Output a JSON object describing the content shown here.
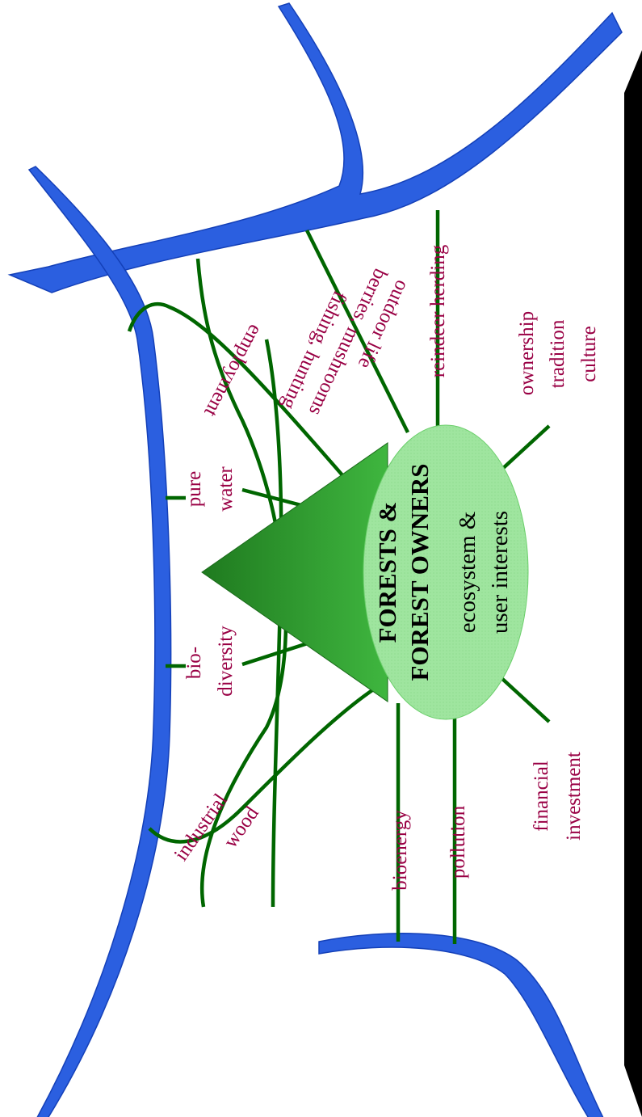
{
  "center": {
    "title_line1": "FORESTS &",
    "title_line2": "FOREST OWNERS",
    "subtitle_line1": "ecosystem &",
    "subtitle_line2": "user interests"
  },
  "labels": {
    "industrial_wood_1": "industrial",
    "industrial_wood_2": "wood",
    "biodiversity_1": "bio-",
    "biodiversity_2": "diversity",
    "pure_water_1": "pure",
    "pure_water_2": "water",
    "employment": "employment",
    "outdoor_1": "fishing, hunting",
    "outdoor_2": "berries, mushrooms",
    "outdoor_3": "outdoor life",
    "reindeer": "reindeer herding",
    "ownership_1": "ownership",
    "ownership_2": "tradition",
    "ownership_3": "culture",
    "bioenergy": "bioenergy",
    "pollution": "pollution",
    "financial_1": "financial",
    "financial_2": "investment"
  },
  "colors": {
    "label_text": "#990044",
    "band_blue": "#2b5fe0",
    "link_green": "#006600",
    "cone_green": "#2e9a2e",
    "ellipse_fill": "#99e699"
  }
}
